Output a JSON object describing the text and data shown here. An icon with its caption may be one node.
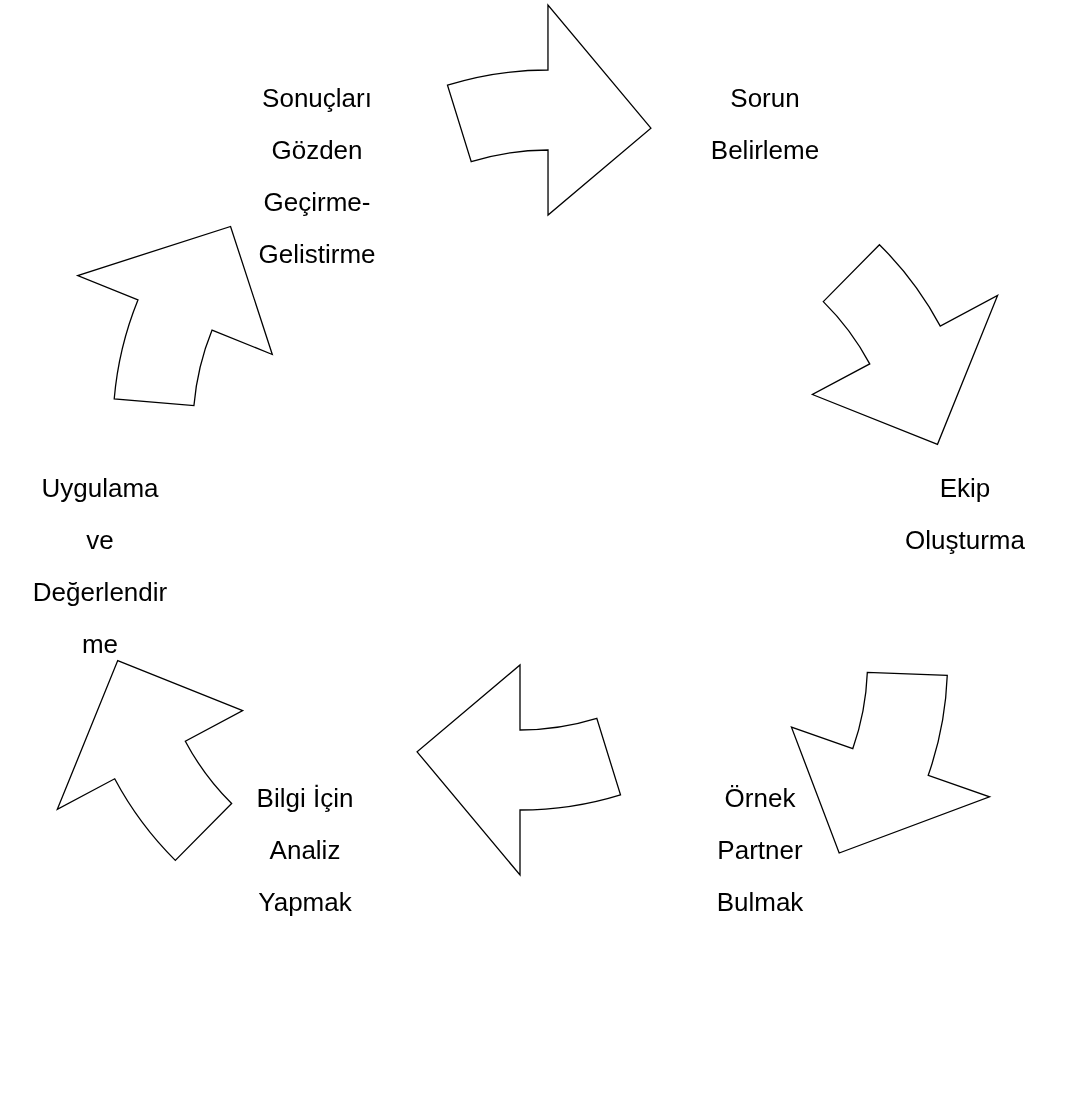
{
  "diagram": {
    "nodes": [
      {
        "text": [
          "Sorun Belirleme"
        ]
      },
      {
        "text": [
          "Ekip Oluşturma"
        ]
      },
      {
        "text": [
          "Örnek Partner Bulmak"
        ]
      },
      {
        "text": [
          "Bilgi İçin Analiz Yapmak"
        ]
      },
      {
        "text": [
          "Uygulama ve Değerlendirme"
        ]
      },
      {
        "text": [
          "Sonuçları Gözden Geçirme-Gelistirme"
        ]
      }
    ],
    "edges": [
      {
        "from": 0,
        "to": 1,
        "arrow": "to"
      },
      {
        "from": 1,
        "to": 2,
        "arrow": "to"
      },
      {
        "from": 2,
        "to": 3,
        "arrow": "to"
      },
      {
        "from": 3,
        "to": 4,
        "arrow": "to"
      },
      {
        "from": 4,
        "to": 5,
        "arrow": "to"
      },
      {
        "from": 5,
        "to": 0,
        "arrow": "to"
      }
    ]
  }
}
